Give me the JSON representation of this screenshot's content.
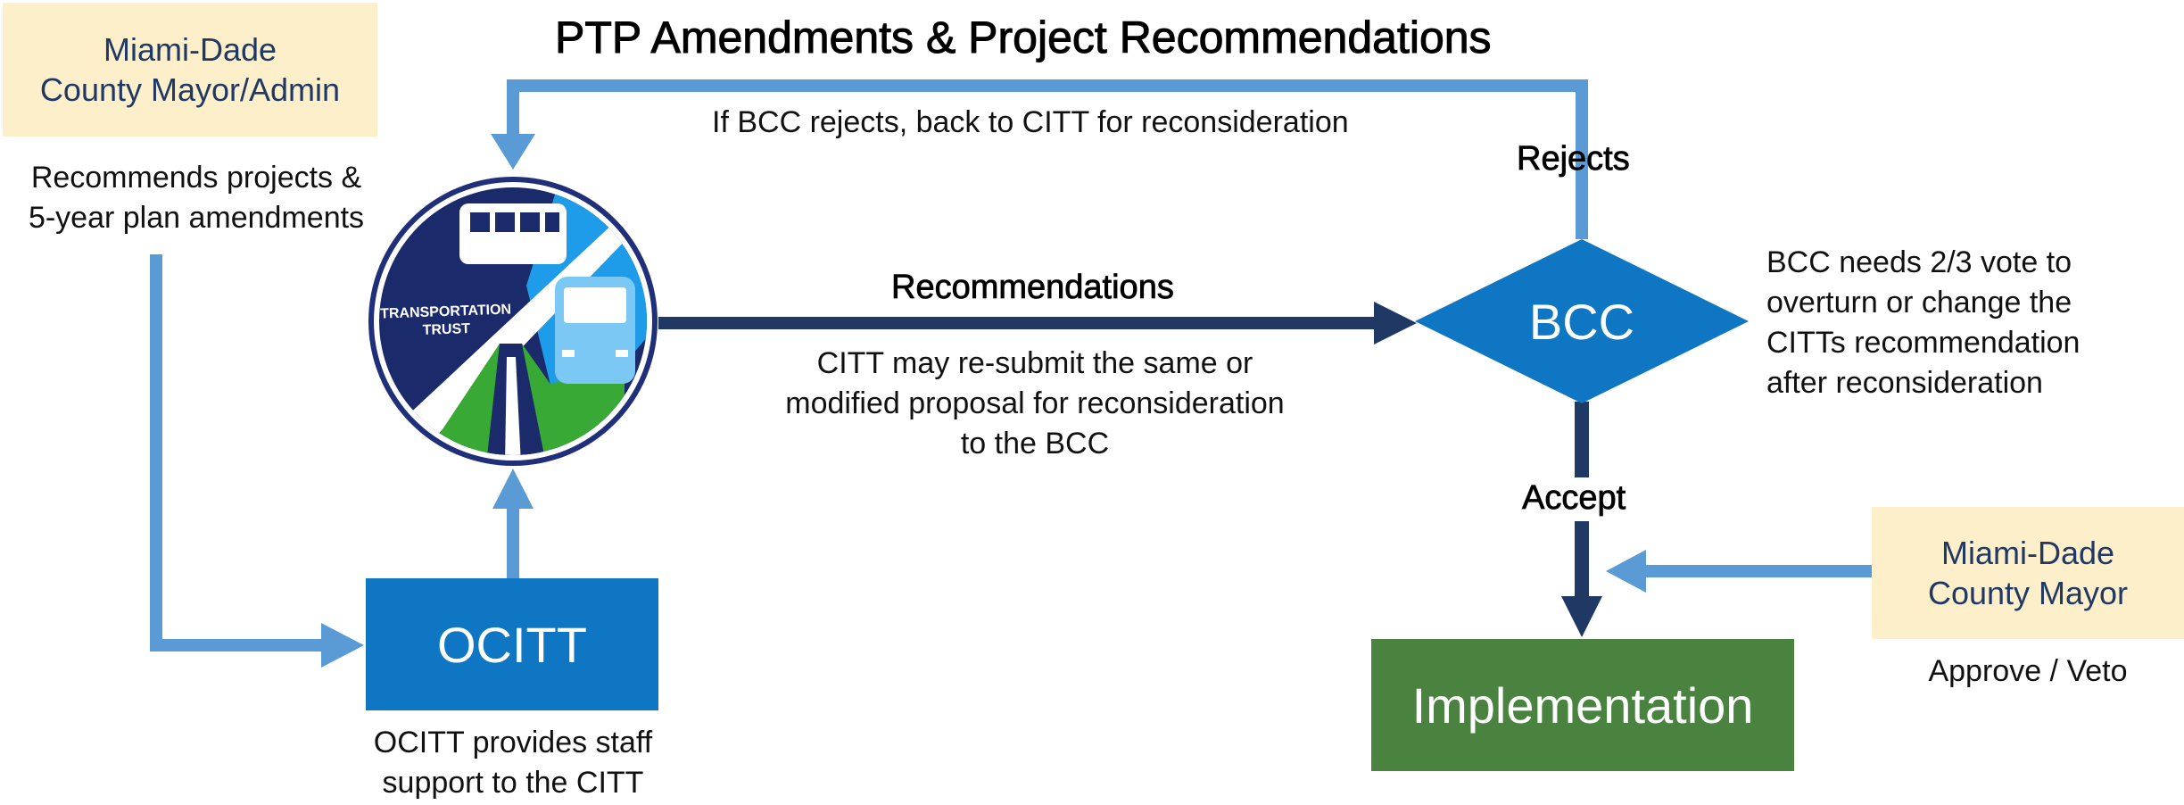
{
  "title": "PTP Amendments & Project Recommendations",
  "mayor_admin_box": {
    "line1": "Miami-Dade",
    "line2": "County Mayor/Admin"
  },
  "mayor_admin_note": {
    "line1": "Recommends projects &",
    "line2": "5-year plan amendments"
  },
  "logo": {
    "line1": "TRANSPORTATION",
    "line2": "TRUST"
  },
  "ocitt_box": {
    "label": "OCITT"
  },
  "ocitt_note": {
    "line1": "OCITT provides staff",
    "line2": "support to the CITT"
  },
  "reject_loop_note": "If BCC rejects, back to CITT for reconsideration",
  "rejects_label": "Rejects",
  "recommendations_label": "Recommendations",
  "resubmit_note": {
    "line1": "CITT may re-submit the same or",
    "line2": "modified proposal for reconsideration",
    "line3": "to the BCC"
  },
  "bcc": {
    "label": "BCC"
  },
  "bcc_note": {
    "line1": "BCC needs 2/3 vote to",
    "line2": "overturn  or change the",
    "line3": "CITTs recommendation",
    "line4": "after reconsideration"
  },
  "accept_label": "Accept",
  "implementation_box": {
    "label": "Implementation"
  },
  "mayor_box": {
    "line1": "Miami-Dade",
    "line2": "County Mayor"
  },
  "mayor_note": "Approve / Veto",
  "colors": {
    "light_arrow": "#5b9bd5",
    "dark_arrow": "#1f3864",
    "box_blue": "#0f76c3",
    "box_green": "#4a8340",
    "note_fill": "#fdefc9",
    "logo_navy": "#1b2a6b",
    "logo_green": "#39a935",
    "logo_blue": "#1e9be9"
  }
}
